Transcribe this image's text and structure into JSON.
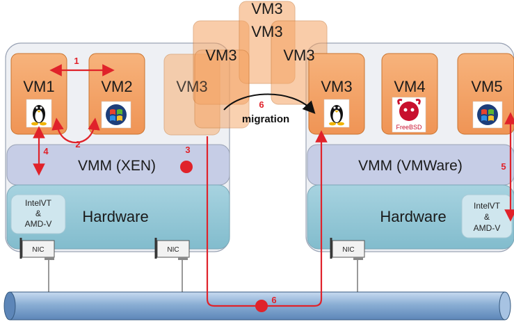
{
  "host_left": {
    "vms": [
      {
        "label": "VM1",
        "icon": "linux-penguin-icon"
      },
      {
        "label": "VM2",
        "icon": "windows-logo-icon"
      },
      {
        "label": "VM3",
        "icon": ""
      }
    ],
    "vmm": "VMM (XEN)",
    "hardware": "Hardware",
    "cpu_ext": [
      "IntelVT",
      "&",
      "AMD-V"
    ],
    "nics": [
      "NIC",
      "NIC"
    ]
  },
  "host_right": {
    "vms": [
      {
        "label": "VM3",
        "icon": "linux-penguin-icon"
      },
      {
        "label": "VM4",
        "icon": "freebsd-logo-icon",
        "icon_text": "FreeBSD"
      },
      {
        "label": "VM5",
        "icon": "windows-logo-icon"
      }
    ],
    "vmm": "VMM (VMWare)",
    "hardware": "Hardware",
    "cpu_ext": [
      "IntelVT",
      "&",
      "AMD-V"
    ],
    "nics": [
      "NIC"
    ]
  },
  "migrating": [
    "VM3",
    "VM3",
    "VM3",
    "VM3"
  ],
  "migration": {
    "number": "6",
    "label": "migration"
  },
  "markers": [
    "1",
    "2",
    "3",
    "4",
    "5",
    "6"
  ],
  "colors": {
    "vm_orange": "#f5a464",
    "vm_stroke": "#c9742f",
    "vmm_fill": "#c6cde6",
    "hw_fill": "#8fc6d6",
    "host_fill": "#eef0f4",
    "arrow_red": "#e0222a",
    "bus_fill": "#8aaed4"
  }
}
